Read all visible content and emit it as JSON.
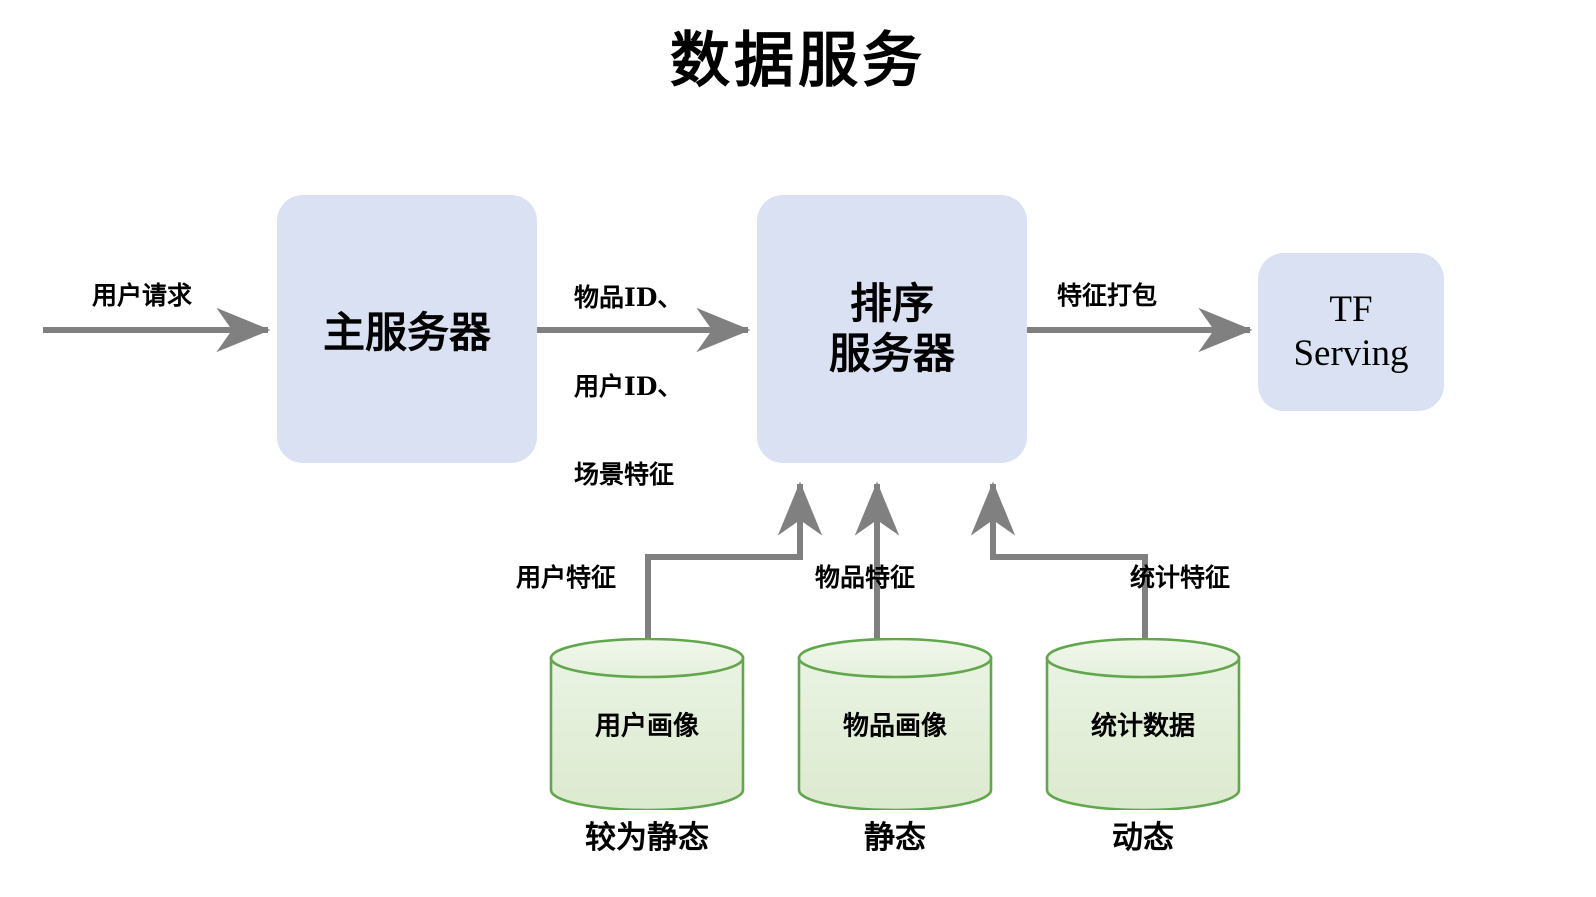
{
  "title": "数据服务",
  "colors": {
    "process_fill": "#dae1f3",
    "cylinder_stroke": "#62a74d",
    "cylinder_fill_top": "#e9f2e2",
    "cylinder_fill_bottom": "#dfecd4",
    "arrow": "#808080",
    "text": "#000000",
    "background": "#ffffff"
  },
  "nodes": {
    "main_server": {
      "label": "主服务器"
    },
    "rank_server": {
      "label_line1": "排序",
      "label_line2": "服务器"
    },
    "tf_serving": {
      "label_line1": "TF",
      "label_line2": "Serving"
    },
    "user_profile_db": {
      "label": "用户画像",
      "state": "较为静态"
    },
    "item_profile_db": {
      "label": "物品画像",
      "state": "静态"
    },
    "stats_db": {
      "label": "统计数据",
      "state": "动态"
    }
  },
  "edges": {
    "user_request": {
      "label": "用户请求"
    },
    "ids_and_context": {
      "line1": "物品ID、",
      "line2": "用户ID、",
      "line3": "场景特征"
    },
    "feature_packing": {
      "label": "特征打包"
    },
    "user_feature": {
      "label": "用户特征"
    },
    "item_feature": {
      "label": "物品特征"
    },
    "stat_feature": {
      "label": "统计特征"
    }
  }
}
